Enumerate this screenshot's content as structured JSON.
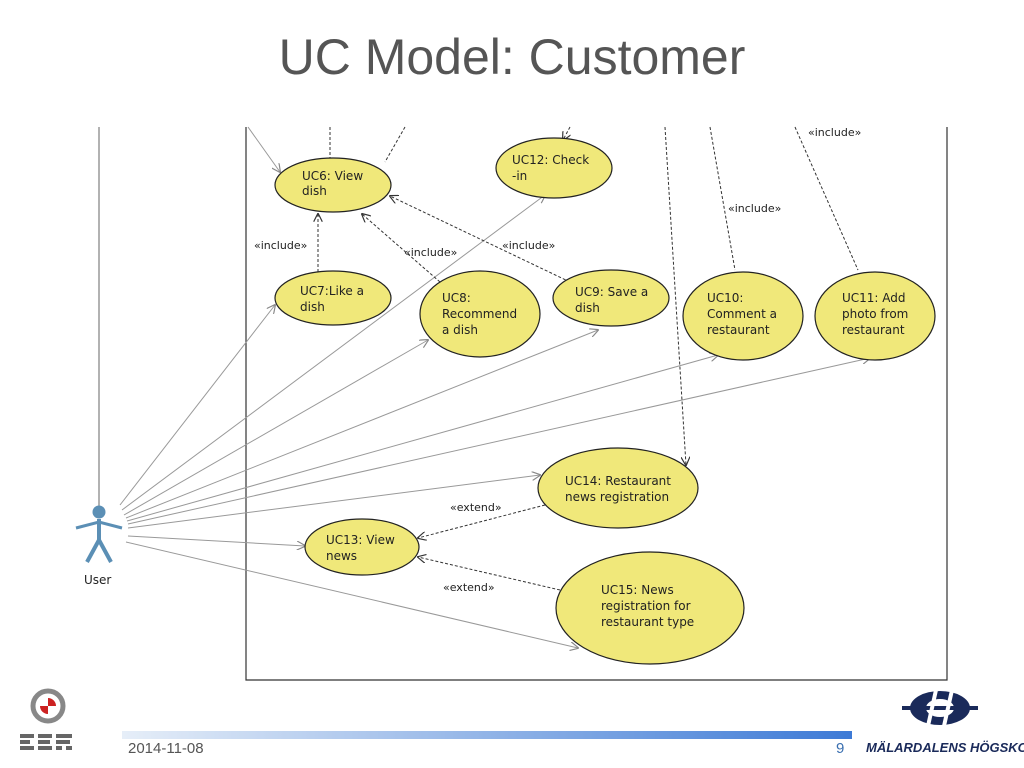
{
  "slide": {
    "title": "UC Model: Customer",
    "date": "2014-11-08",
    "page_number": "9",
    "footer_logo_right_text": "MÄLARDALENS HÖGSKOLA"
  },
  "actor": {
    "label": "User"
  },
  "use_cases": [
    {
      "id": "uc6",
      "lines": [
        "UC6: View",
        "dish"
      ]
    },
    {
      "id": "uc12",
      "lines": [
        "UC12: Check",
        "-in"
      ]
    },
    {
      "id": "uc7",
      "lines": [
        "UC7:Like a",
        "dish"
      ]
    },
    {
      "id": "uc8",
      "lines": [
        "UC8:",
        "Recommend",
        "a dish"
      ]
    },
    {
      "id": "uc9",
      "lines": [
        "UC9: Save a",
        "dish"
      ]
    },
    {
      "id": "uc10",
      "lines": [
        "UC10:",
        "Comment a",
        "restaurant"
      ]
    },
    {
      "id": "uc11",
      "lines": [
        "UC11: Add",
        "photo from",
        "restaurant"
      ]
    },
    {
      "id": "uc14",
      "lines": [
        "UC14: Restaurant",
        "news registration"
      ]
    },
    {
      "id": "uc13",
      "lines": [
        "UC13: View",
        "news"
      ]
    },
    {
      "id": "uc15",
      "lines": [
        "UC15: News",
        "registration for",
        "restaurant type"
      ]
    }
  ],
  "relations": {
    "include": "«include»",
    "extend": "«extend»"
  },
  "colors": {
    "usecase_fill": "#f0e87a",
    "usecase_stroke": "#222222",
    "actor": "#5b8fb5",
    "title": "#555555",
    "page_number": "#3a6fb0"
  }
}
